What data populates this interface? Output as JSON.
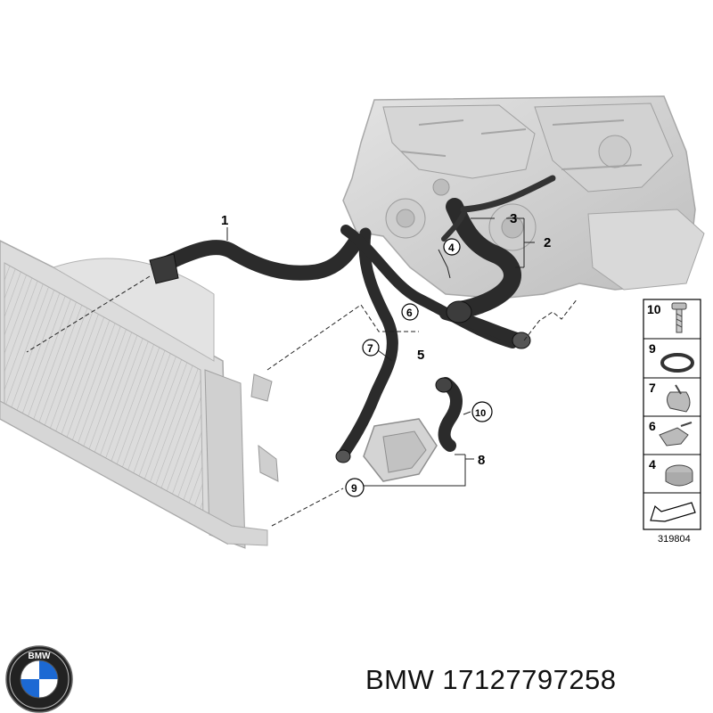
{
  "diagram": {
    "callouts": {
      "c1": "1",
      "c2": "2",
      "c3": "3",
      "c4": "4",
      "c5": "5",
      "c6": "6",
      "c7": "7",
      "c8": "8",
      "c9": "9",
      "c10": "10"
    },
    "legend": [
      "10",
      "9",
      "7",
      "6",
      "4"
    ],
    "reference_number": "319804"
  },
  "brand": {
    "logo_letters": "BMW"
  },
  "caption": {
    "brand": "BMW",
    "part_number": "17127797258"
  },
  "colors": {
    "hose": "#2b2b2b",
    "engine": "#c8c8c8",
    "radiator": "#cfcfcf",
    "logo_blue": "#1c69d4"
  }
}
